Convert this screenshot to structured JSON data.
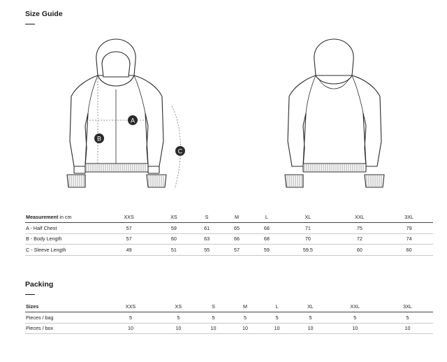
{
  "size_guide": {
    "title": "Size Guide",
    "marker_a": "A",
    "marker_b": "B",
    "marker_c": "C",
    "table": {
      "header_label_bold": "Measurement",
      "header_label_unit": " in cm",
      "sizes": [
        "XXS",
        "XS",
        "S",
        "M",
        "L",
        "XL",
        "XXL",
        "3XL"
      ],
      "rows": [
        {
          "label": "A - Half Chest",
          "values": [
            "57",
            "59",
            "61",
            "65",
            "68",
            "71",
            "75",
            "79"
          ]
        },
        {
          "label": "B - Body Length",
          "values": [
            "57",
            "60",
            "63",
            "66",
            "68",
            "70",
            "72",
            "74"
          ]
        },
        {
          "label": "C - Sleeve Length",
          "values": [
            "49",
            "51",
            "55",
            "57",
            "59",
            "59.5",
            "60",
            "60"
          ]
        }
      ]
    }
  },
  "packing": {
    "title": "Packing",
    "table": {
      "header_label": "Sizes",
      "sizes": [
        "XXS",
        "XS",
        "S",
        "M",
        "L",
        "XL",
        "XXL",
        "3XL"
      ],
      "rows": [
        {
          "label": "Pieces / bag",
          "values": [
            "5",
            "5",
            "5",
            "5",
            "5",
            "5",
            "5",
            "5"
          ]
        },
        {
          "label": "Pieces / box",
          "values": [
            "10",
            "10",
            "10",
            "10",
            "10",
            "10",
            "10",
            "10"
          ]
        }
      ]
    }
  }
}
